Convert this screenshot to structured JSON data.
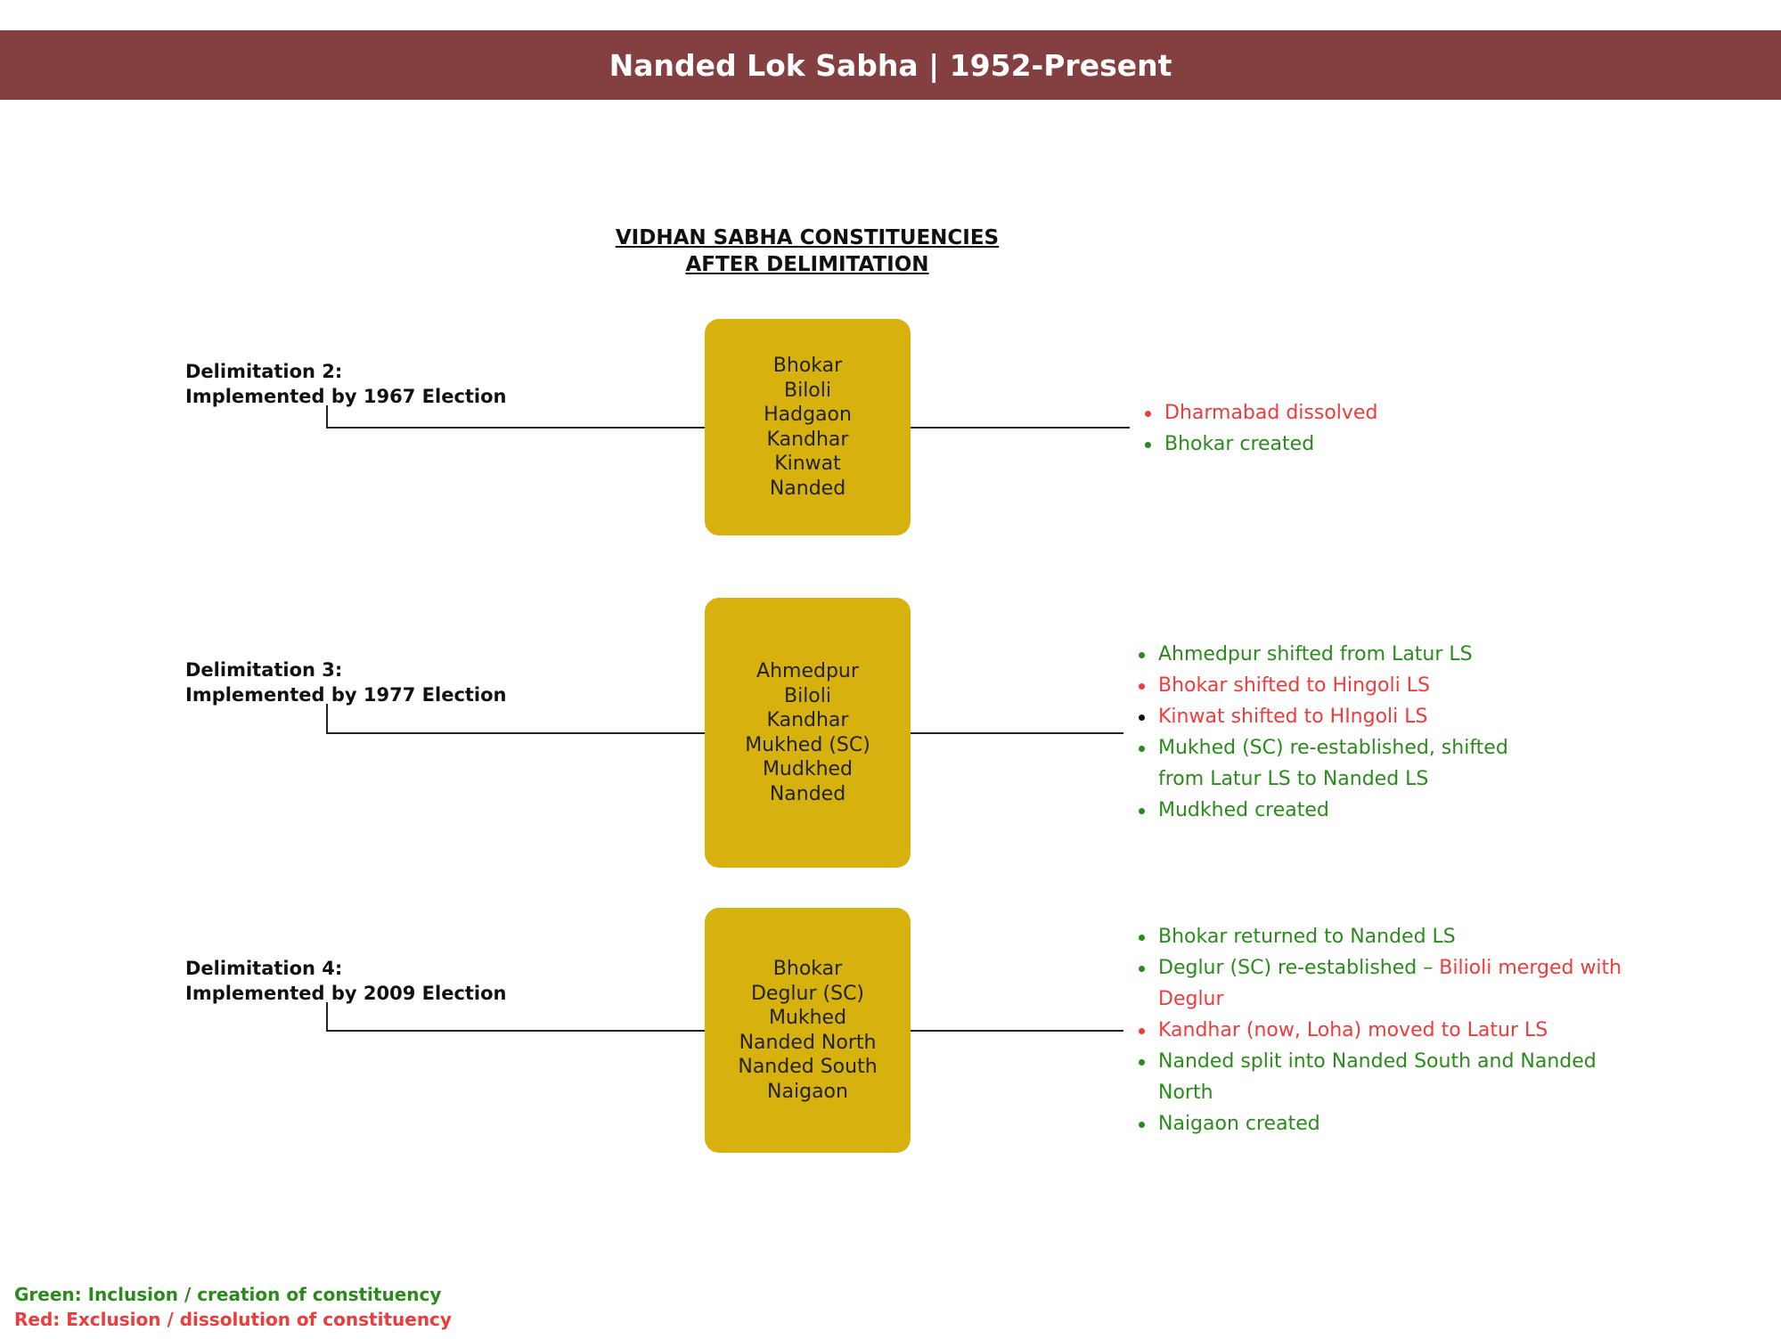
{
  "header": {
    "title": "Nanded Lok Sabha | 1952-Present"
  },
  "heading": {
    "line1": "VIDHAN SABHA CONSTITUENCIES",
    "line2": "AFTER DELIMITATION"
  },
  "colors": {
    "banner": "#843f40",
    "box": "#d7b20e",
    "green": "#2a8b1c",
    "red": "#ee3b3b",
    "black": "#111111"
  },
  "delimitations": [
    {
      "label_line1": "Delimitation 2:",
      "label_line2": "Implemented by 1967 Election",
      "constituencies": [
        "Bhokar",
        "Biloli",
        "Hadgaon",
        "Kandhar",
        "Kinwat",
        "Nanded"
      ],
      "changes": [
        {
          "bullet": "red",
          "parts": [
            {
              "text": "Dharmabad dissolved",
              "color": "red"
            }
          ]
        },
        {
          "bullet": "green",
          "parts": [
            {
              "text": "Bhokar created",
              "color": "green"
            }
          ]
        }
      ]
    },
    {
      "label_line1": "Delimitation 3:",
      "label_line2": "Implemented by 1977 Election",
      "constituencies": [
        "Ahmedpur",
        "Biloli",
        "Kandhar",
        "Mukhed (SC)",
        "Mudkhed",
        "Nanded"
      ],
      "changes": [
        {
          "bullet": "green",
          "parts": [
            {
              "text": "Ahmedpur shifted from Latur LS",
              "color": "green"
            }
          ]
        },
        {
          "bullet": "red",
          "parts": [
            {
              "text": "Bhokar shifted to Hingoli LS",
              "color": "red"
            }
          ]
        },
        {
          "bullet": "black",
          "parts": [
            {
              "text": "Kinwat shifted to HIngoli LS",
              "color": "red"
            }
          ]
        },
        {
          "bullet": "green",
          "parts": [
            {
              "text": "Mukhed (SC) re-established, shifted",
              "color": "green"
            }
          ]
        },
        {
          "bullet": "none",
          "parts": [
            {
              "text": "from Latur LS to Nanded LS",
              "color": "green"
            }
          ]
        },
        {
          "bullet": "green",
          "parts": [
            {
              "text": "Mudkhed created",
              "color": "green"
            }
          ]
        }
      ]
    },
    {
      "label_line1": "Delimitation 4:",
      "label_line2": "Implemented by 2009 Election",
      "constituencies": [
        "Bhokar",
        "Deglur (SC)",
        "Mukhed",
        "Nanded North",
        "Nanded South",
        "Naigaon"
      ],
      "changes": [
        {
          "bullet": "green",
          "parts": [
            {
              "text": "Bhokar returned to Nanded LS",
              "color": "green"
            }
          ]
        },
        {
          "bullet": "green",
          "parts": [
            {
              "text": "Deglur (SC) re-established – ",
              "color": "green"
            },
            {
              "text": "Bilioli merged with",
              "color": "red"
            }
          ]
        },
        {
          "bullet": "none",
          "parts": [
            {
              "text": "Deglur",
              "color": "red"
            }
          ]
        },
        {
          "bullet": "red",
          "parts": [
            {
              "text": "Kandhar (now, Loha) moved to Latur LS",
              "color": "red"
            }
          ]
        },
        {
          "bullet": "green",
          "parts": [
            {
              "text": "Nanded split into Nanded South and Nanded",
              "color": "green"
            }
          ]
        },
        {
          "bullet": "none",
          "parts": [
            {
              "text": "North",
              "color": "green"
            }
          ]
        },
        {
          "bullet": "green",
          "parts": [
            {
              "text": "Naigaon created",
              "color": "green"
            }
          ]
        }
      ]
    }
  ],
  "legend": {
    "green": "Green: Inclusion / creation of constituency",
    "red": "Red: Exclusion / dissolution of constituency"
  }
}
